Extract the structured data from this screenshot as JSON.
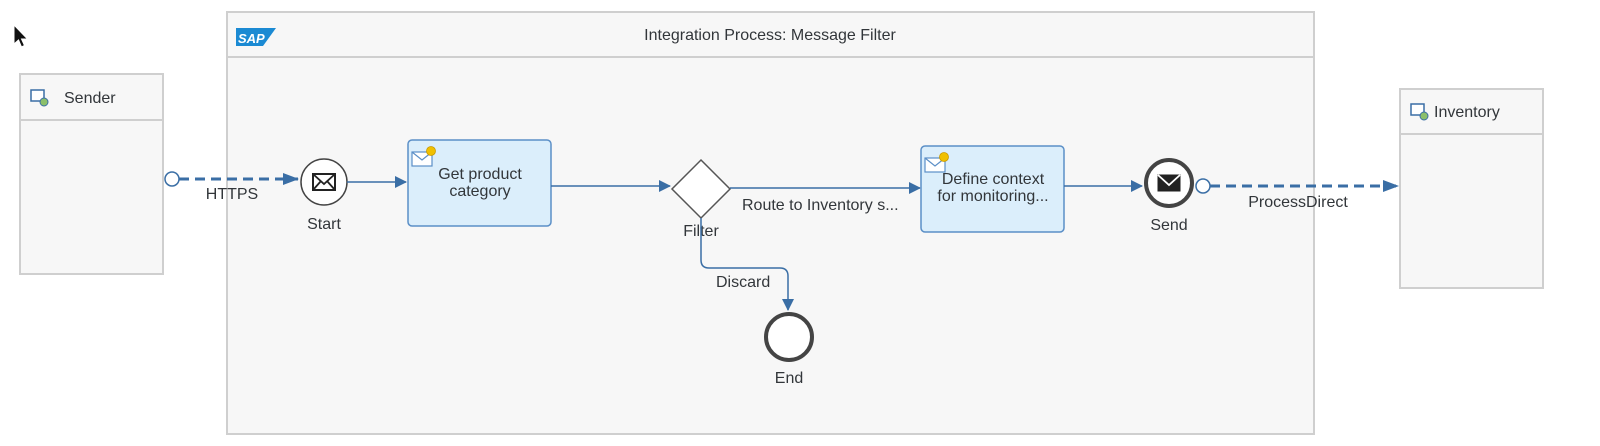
{
  "colors": {
    "connector": "#3a6ea5",
    "task_fill": "#dbeefb",
    "task_border": "#5b8fc7",
    "frame_border": "#cfcfcf",
    "frame_fill": "#f7f7f7",
    "sap_blue": "#1b8ad3"
  },
  "pool": {
    "title": "Integration Process: Message Filter",
    "logo_icon": "sap-logo",
    "logo_text": "SAP"
  },
  "participants": {
    "sender": {
      "label": "Sender",
      "icon": "participant-icon"
    },
    "receiver": {
      "label": "Inventory",
      "icon": "participant-icon"
    }
  },
  "events": {
    "start": {
      "label": "Start",
      "icon": "envelope-icon"
    },
    "end": {
      "label": "End"
    },
    "send": {
      "label": "Send",
      "icon": "envelope-icon"
    }
  },
  "tasks": {
    "get_product": {
      "line1": "Get product",
      "line2": "category",
      "icon": "content-modifier-icon"
    },
    "define_context": {
      "line1": "Define context",
      "line2": "for monitoring...",
      "icon": "content-modifier-icon"
    }
  },
  "gateway": {
    "label": "Filter"
  },
  "flows": {
    "https": "HTTPS",
    "route": "Route to Inventory s...",
    "discard": "Discard",
    "process_direct": "ProcessDirect"
  }
}
